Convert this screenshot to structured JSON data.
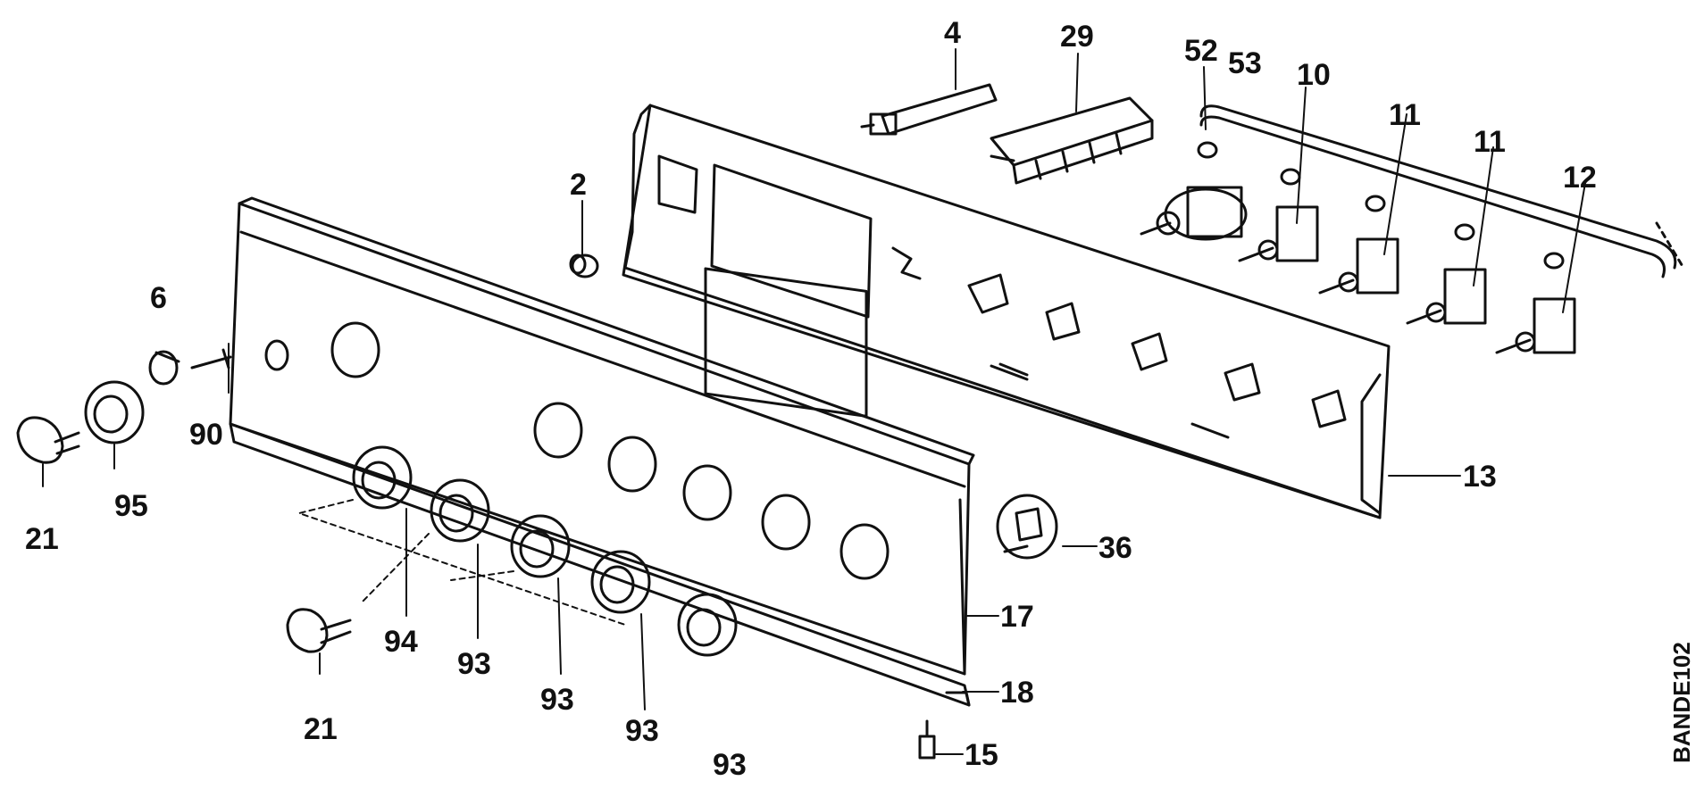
{
  "diagram": {
    "part_labels": {
      "p4": "4",
      "p29": "29",
      "p52": "52",
      "p53": "53",
      "p10": "10",
      "p11a": "11",
      "p11b": "11",
      "p12": "12",
      "p2": "2",
      "p6": "6",
      "p90": "90",
      "p21a": "21",
      "p95": "95",
      "p13": "13",
      "p36": "36",
      "p17": "17",
      "p18": "18",
      "p15": "15",
      "p94": "94",
      "p93a": "93",
      "p93b": "93",
      "p93c": "93",
      "p93d": "93",
      "p21b": "21"
    },
    "drawing_code": "BANDE102"
  },
  "colors": {
    "line": "#111111",
    "background": "#ffffff"
  }
}
